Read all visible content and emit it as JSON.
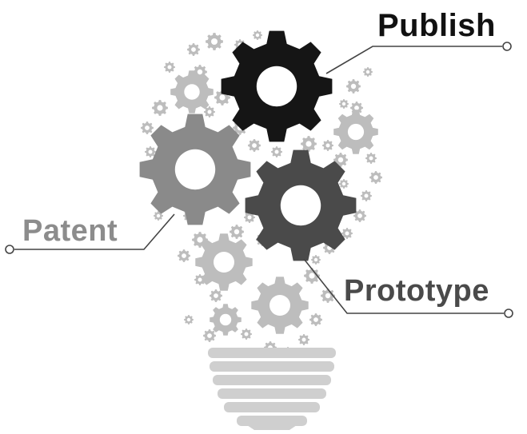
{
  "labels": {
    "publish": "Publish",
    "patent": "Patent",
    "prototype": "Prototype"
  },
  "colors": {
    "publish": "#151515",
    "prototype": "#4a4a4a",
    "patent": "#8a8a8a",
    "bulb_gears": "#bdbdbd",
    "bulb_base": "#cfcfcf",
    "connector_lines": "#444444"
  },
  "icons": [
    "gear-icon",
    "lightbulb-icon",
    "connector-dot-icon"
  ]
}
